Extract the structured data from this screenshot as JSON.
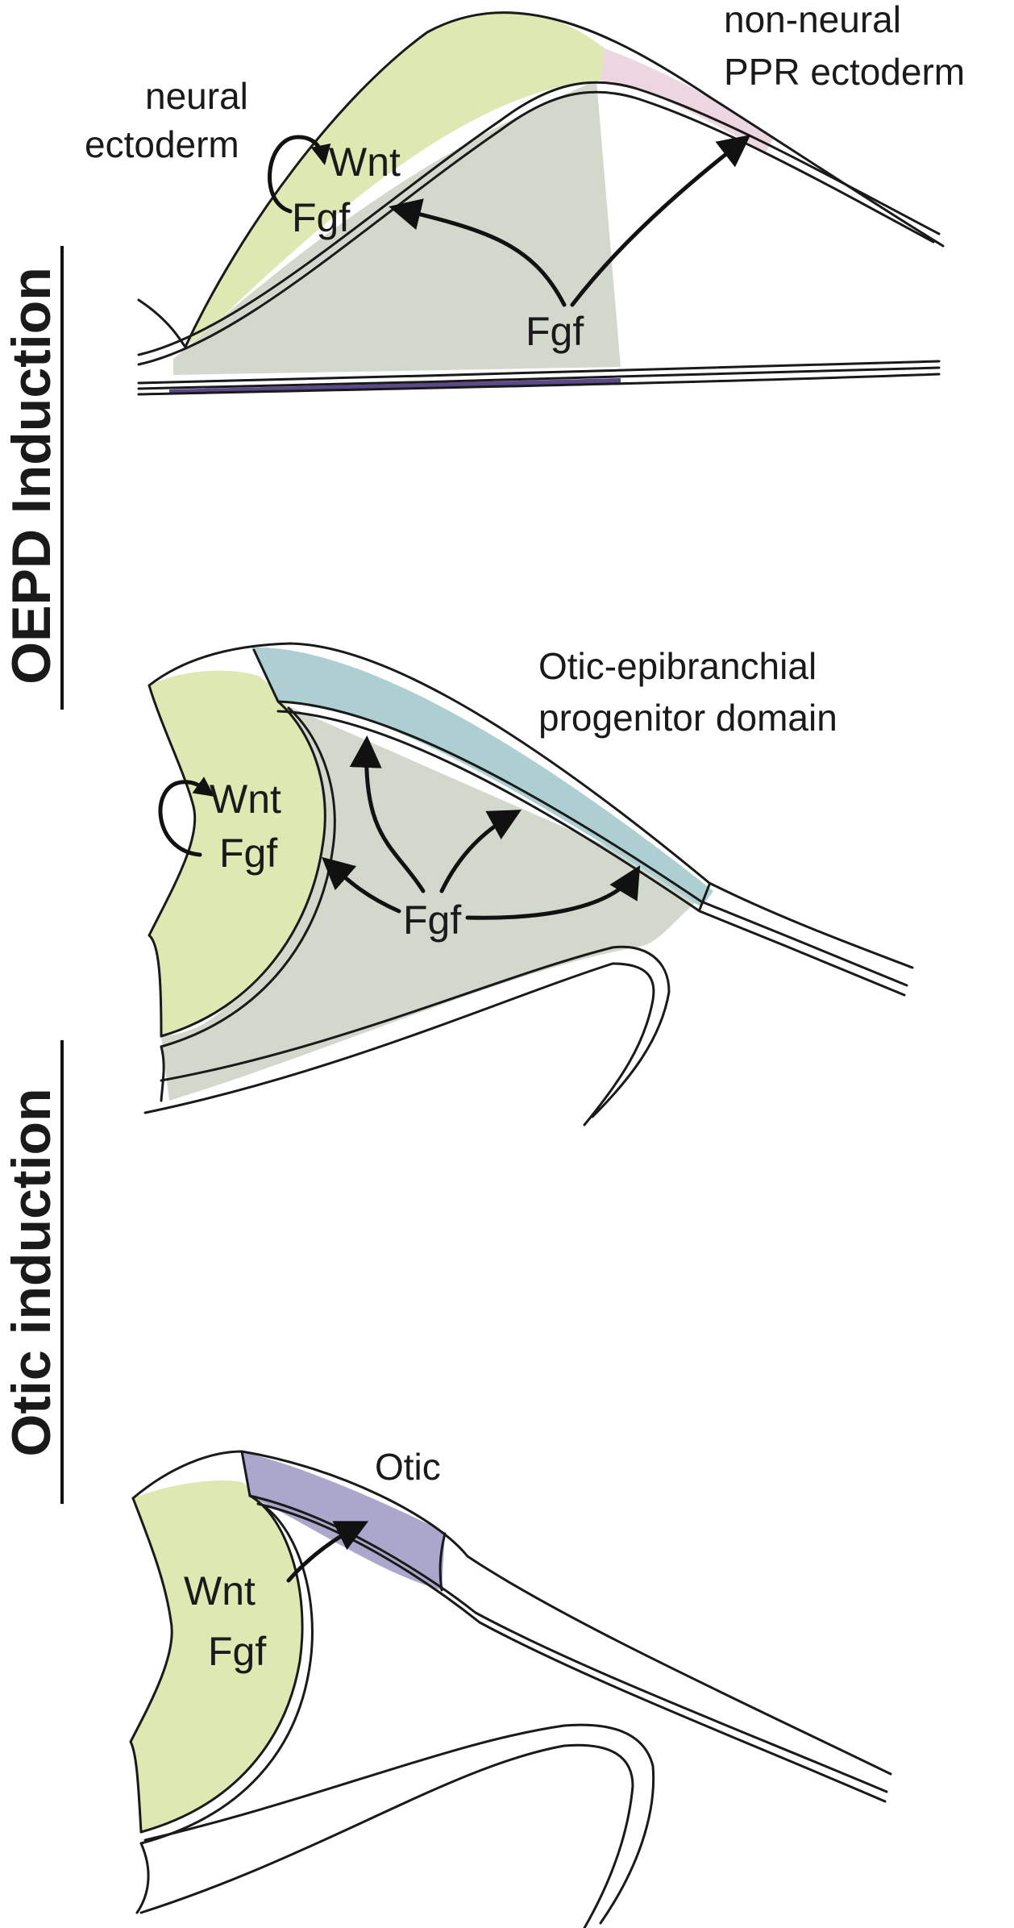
{
  "side_labels": {
    "top": "OEPD Induction",
    "bottom": "Otic induction"
  },
  "panel1": {
    "neural_ectoderm_line1": "neural",
    "neural_ectoderm_line2": "ectoderm",
    "non_neural_line1": "non-neural",
    "non_neural_line2": "PPR ectoderm",
    "neural_wnt": "Wnt",
    "neural_fgf": "Fgf",
    "mesoderm_fgf": "Fgf"
  },
  "panel2": {
    "domain_line1": "Otic-epibranchial",
    "domain_line2": "progenitor domain",
    "neural_wnt": "Wnt",
    "neural_fgf": "Fgf",
    "mesoderm_fgf": "Fgf"
  },
  "panel3": {
    "otic_label": "Otic",
    "neural_wnt": "Wnt",
    "neural_fgf": "Fgf"
  },
  "colors": {
    "neural": "#dde8b2",
    "mesoderm": "#d3d8cd",
    "non_neural": "#ecd6df",
    "oepd": "#aecfd2",
    "otic": "#a9a7cb",
    "endoderm_band": "#5a4a8c"
  }
}
